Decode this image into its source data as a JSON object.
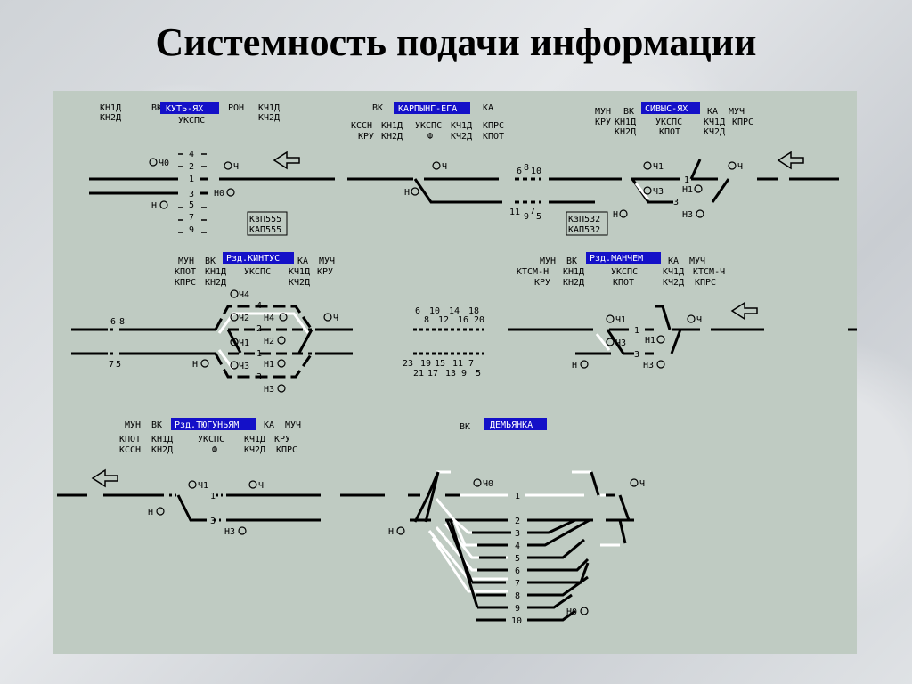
{
  "title": "Системность подачи информации",
  "colors": {
    "label_bg": "#1410c8",
    "panel": "#bfcbc2",
    "track": "#000000",
    "route": "#ffffff"
  },
  "stations": {
    "kut_yakh": {
      "name": "КУТЬ-ЯХ",
      "row1": [
        "КН1Д",
        "ВК",
        "РОН",
        "КЧ1Д"
      ],
      "row2": [
        "КН2Д",
        "УКСПС",
        "КЧ2Д"
      ],
      "tracks": [
        "4",
        "2",
        "1",
        "3",
        "5",
        "7",
        "9"
      ],
      "signals": [
        "Ч0",
        "Ч",
        "Н",
        "Н0"
      ],
      "box": [
        "КзП555",
        "КАП555"
      ]
    },
    "karpyng_ega": {
      "name": "КАРПЫНГ-ЕГА",
      "row1": [
        "ВК",
        "КА"
      ],
      "row2": [
        "КССН",
        "КН1Д",
        "УКСПС",
        "КЧ1Д",
        "КПРС"
      ],
      "row3": [
        "КРУ",
        "КН2Д",
        "Ф",
        "КЧ2Д",
        "КПОТ"
      ],
      "signals": [
        "Ч",
        "Н"
      ],
      "nums_top": [
        "6",
        "8",
        "10"
      ],
      "nums_bottom": [
        "11",
        "9",
        "7",
        "5"
      ],
      "box": [
        "КзП532",
        "КАП532"
      ]
    },
    "sivys_yakh": {
      "name": "СИВЫС-ЯХ",
      "row1": [
        "МУН",
        "ВК",
        "КА",
        "МУЧ"
      ],
      "row2": [
        "КРУ",
        "КН1Д",
        "УКСПС",
        "КЧ1Д",
        "КПРС"
      ],
      "row3": [
        "КН2Д",
        "КПОТ",
        "КЧ2Д"
      ],
      "tracks": [
        "1",
        "3"
      ],
      "signals": [
        "Ч1",
        "Ч3",
        "Н1",
        "Ч",
        "Н",
        "Н3"
      ]
    },
    "kintus": {
      "name": "Рзд.КИНТУС",
      "row1": [
        "МУН",
        "ВК",
        "КА",
        "МУЧ"
      ],
      "row2": [
        "КПОТ",
        "КН1Д",
        "УКСПС",
        "КЧ1Д",
        "КРУ"
      ],
      "row3": [
        "КПРС",
        "КН2Д",
        "КЧ2Д"
      ],
      "tracks": [
        "4",
        "2",
        "1",
        "3"
      ],
      "signals": [
        "Ч4",
        "Ч2",
        "Н4",
        "Ч1",
        "Н2",
        "Ч3",
        "Н1",
        "Н3",
        "Н",
        "Ч"
      ],
      "nums_left_top": [
        "6",
        "8"
      ],
      "nums_left_bottom": [
        "7",
        "5"
      ]
    },
    "middle_nums": {
      "top1": [
        "6",
        "10",
        "14",
        "18"
      ],
      "top2": [
        "8",
        "12",
        "16",
        "20"
      ],
      "bot1": [
        "23",
        "19",
        "15",
        "11",
        "7"
      ],
      "bot2": [
        "21",
        "17",
        "13",
        "9",
        "5"
      ]
    },
    "manchem": {
      "name": "Рзд.МАНЧЕМ",
      "row1": [
        "МУН",
        "ВК",
        "КА",
        "МУЧ"
      ],
      "row2": [
        "КТСМ-Н",
        "КН1Д",
        "УКСПС",
        "КЧ1Д",
        "КТСМ-Ч"
      ],
      "row3": [
        "КРУ",
        "КН2Д",
        "КПОТ",
        "КЧ2Д",
        "КПРС"
      ],
      "tracks": [
        "1",
        "3"
      ],
      "signals": [
        "Ч1",
        "Ч3",
        "Н1",
        "Ч",
        "Н",
        "Н3"
      ]
    },
    "tyugunyam": {
      "name": "Рзд.ТЮГУНЬЯМ",
      "row1": [
        "МУН",
        "ВК",
        "КА",
        "МУЧ"
      ],
      "row2": [
        "КПОТ",
        "КН1Д",
        "УКСПС",
        "КЧ1Д",
        "КРУ"
      ],
      "row3": [
        "КССН",
        "КН2Д",
        "Ф",
        "КЧ2Д",
        "КПРС"
      ],
      "tracks": [
        "1",
        "3"
      ],
      "signals": [
        "Ч1",
        "Ч",
        "Н",
        "Н3"
      ]
    },
    "demyanka": {
      "name": "ДЕМЬЯНКА",
      "row1": [
        "ВК"
      ],
      "tracks": [
        "1",
        "2",
        "3",
        "4",
        "5",
        "6",
        "7",
        "8",
        "9",
        "10"
      ],
      "signals": [
        "Ч0",
        "Ч",
        "Н",
        "Н0"
      ]
    }
  }
}
